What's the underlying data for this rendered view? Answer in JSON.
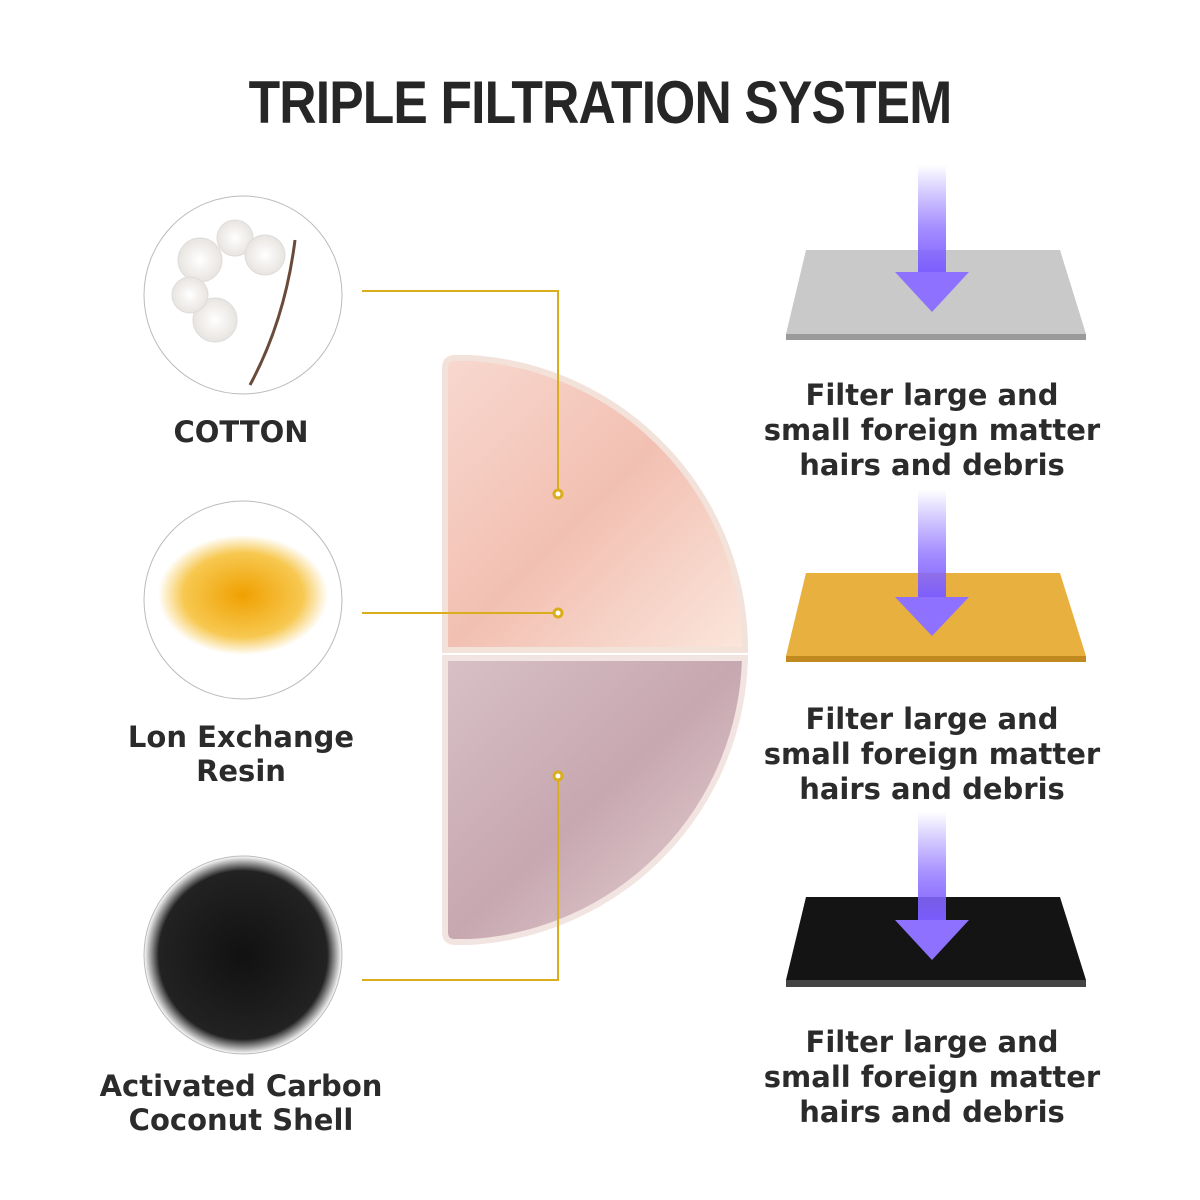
{
  "title": "TRIPLE FILTRATION SYSTEM",
  "layers": [
    {
      "name": "COTTON",
      "name_lines": [
        "COTTON"
      ],
      "color": "#c9c9c9",
      "description_lines": [
        "Filter large and",
        "small foreign matter",
        "hairs and debris"
      ]
    },
    {
      "name": "Lon Exchange Resin",
      "name_lines": [
        "Lon Exchange",
        "Resin"
      ],
      "color": "#e8b03e",
      "description_lines": [
        "Filter large and",
        "small foreign matter",
        "hairs and debris"
      ]
    },
    {
      "name": "Activated Carbon Coconut Shell",
      "name_lines": [
        "Activated Carbon",
        "Coconut Shell"
      ],
      "color": "#141414",
      "description_lines": [
        "Filter large and",
        "small foreign matter",
        "hairs and debris"
      ]
    }
  ],
  "colors": {
    "leader": "#d9ad1c",
    "arrow": "#7a5cff"
  }
}
